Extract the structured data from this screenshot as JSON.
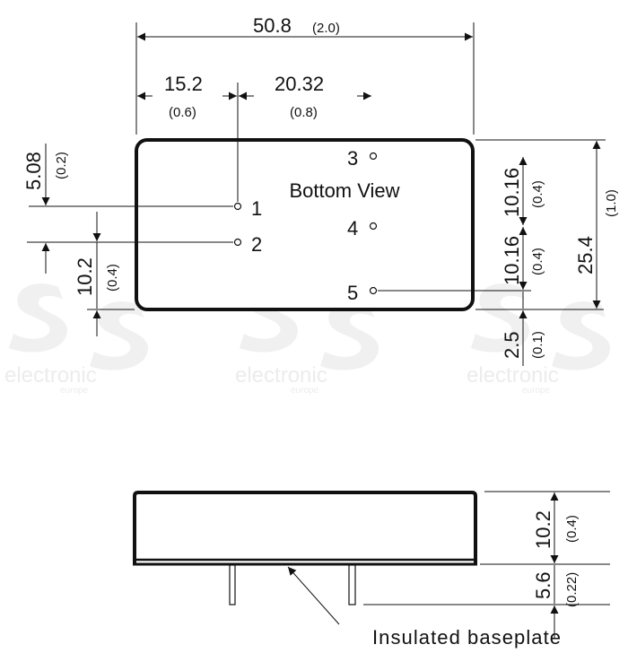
{
  "top_view": {
    "label": "Bottom View",
    "width_mm": "50.8",
    "width_in": "(2.0)",
    "pin_offset_mm": "15.2",
    "pin_offset_in": "(0.6)",
    "pin_spacing_mm": "20.32",
    "pin_spacing_in": "(0.8)",
    "pin12_spacing_mm": "5.08",
    "pin12_spacing_in": "(0.2)",
    "pin2_edge_mm": "10.2",
    "pin2_edge_in": "(0.4)",
    "pin34_spacing_mm": "10.16",
    "pin34_spacing_in": "(0.4)",
    "pin45_spacing_mm": "10.16",
    "pin45_spacing_in": "(0.4)",
    "pin5_edge_mm": "2.5",
    "pin5_edge_in": "(0.1)",
    "height_mm": "25.4",
    "height_in": "(1.0)",
    "pins": [
      "1",
      "2",
      "3",
      "4",
      "5"
    ]
  },
  "side_view": {
    "body_height_mm": "10.2",
    "body_height_in": "(0.4)",
    "pin_length_mm": "5.6",
    "pin_length_in": "(0.22)",
    "callout": "Insulated baseplate"
  },
  "watermark": {
    "brand": "electronic",
    "sub": "europe"
  }
}
